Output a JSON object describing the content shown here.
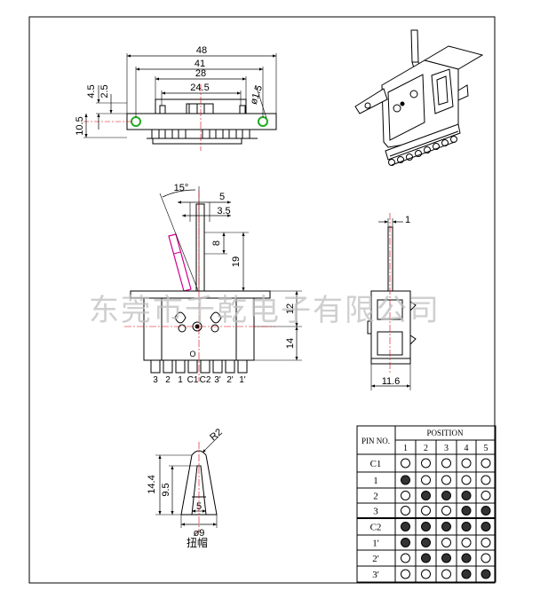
{
  "watermark": "东莞市千乾电子有限公司",
  "top_view": {
    "dim_48": "48",
    "dim_41": "41",
    "dim_28": "28",
    "dim_24_5": "24.5",
    "dim_phi_1_5": "ø1.5",
    "dim_4_5": "4.5",
    "dim_2_5": "2.5",
    "dim_10_5": "10.5"
  },
  "front_view": {
    "dim_15deg": "15°",
    "dim_5": "5",
    "dim_3_5": "3.5",
    "dim_8": "8",
    "dim_19": "19",
    "dim_12": "12",
    "dim_14": "14",
    "pin_labels": [
      "3",
      "2",
      "1",
      "C1",
      "C2",
      "3'",
      "2'",
      "1'"
    ],
    "pin_mark": "O"
  },
  "side_view": {
    "dim_1": "1",
    "dim_11_6": "11.6"
  },
  "knob": {
    "dim_r2": "R2",
    "dim_14_4": "14.4",
    "dim_9_5": "9.5",
    "dim_5": "5",
    "dim_phi9": "ø9",
    "caption": "扭帽"
  },
  "table": {
    "header_pin": "PIN NO.",
    "header_position": "POSITION",
    "positions": [
      "1",
      "2",
      "3",
      "4",
      "5"
    ],
    "rows": [
      {
        "pin": "C1",
        "states": [
          0,
          0,
          0,
          0,
          0
        ]
      },
      {
        "pin": "1",
        "states": [
          1,
          0,
          0,
          0,
          0
        ]
      },
      {
        "pin": "2",
        "states": [
          0,
          1,
          1,
          1,
          0
        ]
      },
      {
        "pin": "3",
        "states": [
          0,
          0,
          0,
          1,
          1
        ]
      },
      {
        "pin": "C2",
        "states": [
          1,
          1,
          1,
          1,
          1
        ]
      },
      {
        "pin": "1'",
        "states": [
          1,
          1,
          0,
          0,
          0
        ]
      },
      {
        "pin": "2'",
        "states": [
          0,
          1,
          1,
          1,
          0
        ]
      },
      {
        "pin": "3'",
        "states": [
          0,
          0,
          0,
          1,
          1
        ]
      }
    ]
  }
}
